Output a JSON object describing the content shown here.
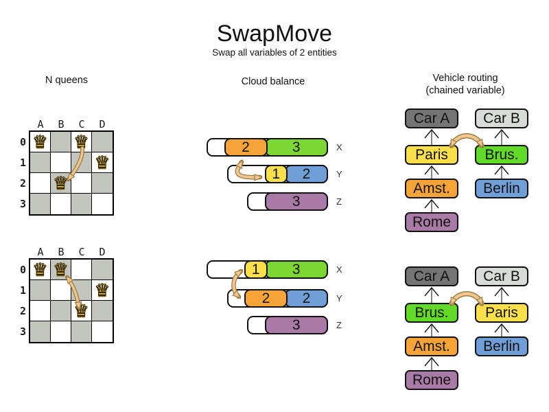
{
  "header": {
    "title": "SwapMove",
    "subtitle": "Swap all variables of 2 entities"
  },
  "sections": {
    "nqueens": {
      "label": "N queens"
    },
    "cloud": {
      "label": "Cloud balance"
    },
    "vehicle": {
      "label": "Vehicle routing",
      "label_line2": "(chained variable)"
    }
  },
  "nqueens": {
    "queen_icon": "♛",
    "column_labels": [
      "A",
      "B",
      "C",
      "D"
    ],
    "row_labels": [
      "0",
      "1",
      "2",
      "3"
    ],
    "before": {
      "queens": [
        {
          "col": 0,
          "row": 0
        },
        {
          "col": 2,
          "row": 0
        },
        {
          "col": 3,
          "row": 1
        },
        {
          "col": 1,
          "row": 2
        }
      ]
    },
    "after": {
      "queens": [
        {
          "col": 0,
          "row": 0
        },
        {
          "col": 1,
          "row": 0
        },
        {
          "col": 3,
          "row": 1
        },
        {
          "col": 2,
          "row": 2
        }
      ]
    }
  },
  "cloud": {
    "before": {
      "rows": [
        {
          "label": "X",
          "capacity": 6,
          "blocks": [
            {
              "value": 2,
              "color": "#f6a437"
            },
            {
              "value": 3,
              "color": "#7cd732"
            }
          ]
        },
        {
          "label": "Y",
          "capacity": 5,
          "blocks": [
            {
              "value": 1,
              "color": "#f9e04b"
            },
            {
              "value": 2,
              "color": "#6f9fd6"
            }
          ]
        },
        {
          "label": "Z",
          "capacity": 4,
          "blocks": [
            {
              "value": 3,
              "color": "#a97aa6"
            }
          ]
        }
      ]
    },
    "after": {
      "rows": [
        {
          "label": "X",
          "capacity": 6,
          "blocks": [
            {
              "value": 1,
              "color": "#f9e04b"
            },
            {
              "value": 3,
              "color": "#7cd732"
            }
          ]
        },
        {
          "label": "Y",
          "capacity": 5,
          "blocks": [
            {
              "value": 2,
              "color": "#f6a437"
            },
            {
              "value": 2,
              "color": "#6f9fd6"
            }
          ]
        },
        {
          "label": "Z",
          "capacity": 4,
          "blocks": [
            {
              "value": 3,
              "color": "#a97aa6"
            }
          ]
        }
      ]
    }
  },
  "vehicle": {
    "before": {
      "chains": [
        {
          "boxes": [
            {
              "label": "Car A",
              "color": "#747474"
            },
            {
              "label": "Paris",
              "color": "#f9e04b"
            },
            {
              "label": "Amst.",
              "color": "#f6a437"
            },
            {
              "label": "Rome",
              "color": "#a97aa6"
            }
          ]
        },
        {
          "boxes": [
            {
              "label": "Car B",
              "color": "#d8dcd8"
            },
            {
              "label": "Brus.",
              "color": "#62da28"
            },
            {
              "label": "Berlin",
              "color": "#6f9fd6"
            }
          ]
        }
      ]
    },
    "after": {
      "chains": [
        {
          "boxes": [
            {
              "label": "Car A",
              "color": "#747474"
            },
            {
              "label": "Brus.",
              "color": "#62da28"
            },
            {
              "label": "Amst.",
              "color": "#f6a437"
            },
            {
              "label": "Rome",
              "color": "#a97aa6"
            }
          ]
        },
        {
          "boxes": [
            {
              "label": "Car B",
              "color": "#d8dcd8"
            },
            {
              "label": "Paris",
              "color": "#f9e04b"
            },
            {
              "label": "Berlin",
              "color": "#6f9fd6"
            }
          ]
        }
      ]
    }
  },
  "swap_arrow_color": "#f0c791"
}
